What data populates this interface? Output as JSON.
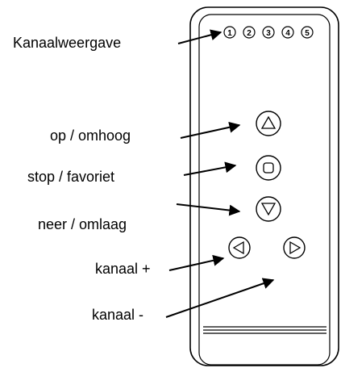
{
  "labels": {
    "channel_display": "Kanaalweergave",
    "up": "op / omhoog",
    "stop": "stop / favoriet",
    "down": "neer / omlaag",
    "channel_plus": "kanaal +",
    "channel_minus": "kanaal -"
  },
  "led_numbers": [
    "1",
    "2",
    "3",
    "4",
    "5"
  ],
  "colors": {
    "line": "#000000",
    "background": "#ffffff"
  },
  "icons": {
    "up": "triangle-up-icon",
    "stop": "square-icon",
    "down": "triangle-down-icon",
    "left": "triangle-left-icon",
    "right": "triangle-right-icon"
  }
}
